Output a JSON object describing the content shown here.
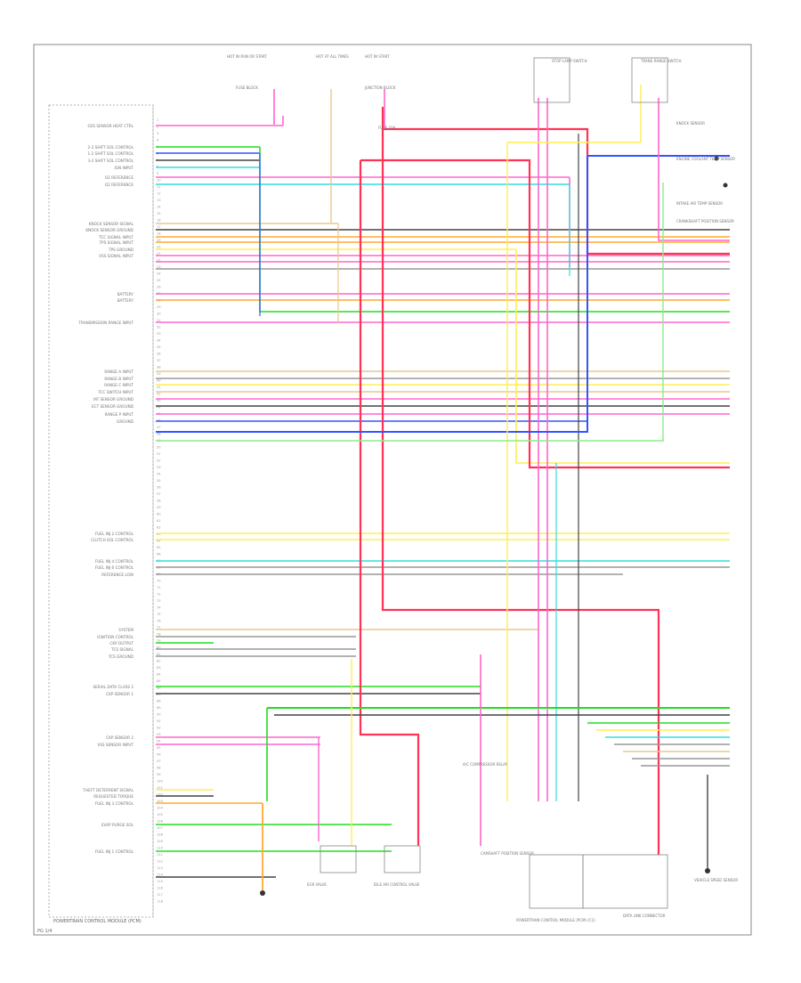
{
  "diagram": {
    "page_code": "PG 1/4",
    "footer_label": "POWERTRAIN CONTROL MODULE (PCM)",
    "left_labels": [
      "O2S SENSOR HEAT CTRL",
      "2-3 SHIFT SOL CONTROL",
      "1-2 SHIFT SOL CONTROL",
      "3-2 SHIFT SOL CONTROL",
      "IGN INPUT",
      "O2 REFERENCE",
      "O2 REFERENCE",
      "KNOCK SENSOR SIGNAL",
      "KNOCK SENSOR GROUND",
      "TCC SIGNAL INPUT",
      "TPS SIGNAL INPUT",
      "TPS GROUND",
      "VSS SIGNAL INPUT",
      "BATTERY",
      "BATTERY",
      "TRANSMISSION RANGE INPUT",
      "RANGE A INPUT",
      "RANGE B INPUT",
      "RANGE C INPUT",
      "TCC SWITCH INPUT",
      "IAT SENSOR GROUND",
      "ECT SENSOR GROUND",
      "RANGE P INPUT",
      "GROUND",
      "FUEL INJ 2 CONTROL",
      "CLUTCH SOL CONTROL",
      "FUEL INJ 4 CONTROL",
      "FUEL INJ 6 CONTROL",
      "REFERENCE LOW",
      "SYSTEM",
      "IGNITION CONTROL",
      "CKP OUTPUT",
      "TCS SIGNAL",
      "TCS GROUND",
      "SERIAL DATA CLASS 2",
      "CKP SENSOR 1",
      "CKP SENSOR 2",
      "VSS SENSOR INPUT",
      "THEFT DETERRENT SIGNAL",
      "REQUESTED TORQUE",
      "FUEL INJ 3 CONTROL",
      "EVAP PURGE SOL",
      "FUEL INJ 1 CONTROL"
    ],
    "top_components": [
      "HOT IN RUN OR START",
      "HOT AT ALL TIMES",
      "HOT IN START",
      "FUSE BLOCK",
      "JUNCTION BLOCK",
      "FUSE 10A",
      "STOP LAMP SWITCH",
      "TRANS RANGE SWITCH"
    ],
    "right_components": [
      "KNOCK SENSOR",
      "ENGINE COOLANT TEMP SENSOR",
      "INTAKE AIR TEMP SENSOR",
      "CRANKSHAFT POSITION SENSOR"
    ],
    "bottom_components": [
      "EGR VALVE",
      "IDLE AIR CONTROL VALVE",
      "A/C COMPRESSOR RELAY",
      "CAMSHAFT POSITION SENSOR",
      "POWERTRAIN CONTROL MODULE (PCM) (C1)",
      "DATA LINK CONNECTOR",
      "VEHICLE SPEED SENSOR"
    ],
    "wire_colors": {
      "pink": "#ff66cc",
      "red": "#ff3355",
      "green": "#22dd22",
      "blue": "#3355ff",
      "cyan": "#33dddd",
      "yellow": "#ffee55",
      "orange": "#ffaa33",
      "tan": "#e8c890",
      "gray": "#999999",
      "black": "#444444",
      "light_green": "#88ee88",
      "brown": "#aa6633"
    }
  }
}
